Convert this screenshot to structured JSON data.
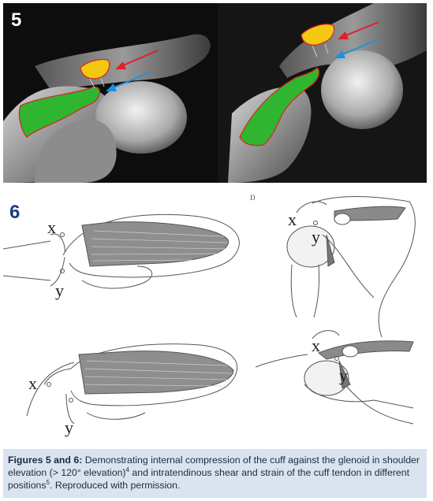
{
  "figure5": {
    "number": "5"
  },
  "figure6": {
    "number": "6",
    "panel_letter": "D",
    "labels": {
      "top_left_x": "x",
      "top_left_y": "y",
      "top_right_x": "x",
      "top_right_y": "y",
      "bottom_left_x": "x",
      "bottom_left_y": "y",
      "bottom_right_x": "x",
      "bottom_right_y": "y"
    }
  },
  "caption": {
    "bold": "Figures 5 and 6:",
    "part1": " Demonstrating internal compression of the cuff against the glenoid in shoulder elevation (> 120° elevation)",
    "ref1": "4",
    "part2": " and intratendinous shear and strain of the cuff tendon in different positions",
    "ref2": "5",
    "part3": ". Reproduced with permission."
  },
  "colors": {
    "arrow_red": "#e0202a",
    "arrow_blue": "#1e90e0",
    "tendon_green": "#2fb52f",
    "tendon_yellow": "#f2c811",
    "caption_bg": "#d9e4f0",
    "figure6_number": "#1a3d7c"
  }
}
